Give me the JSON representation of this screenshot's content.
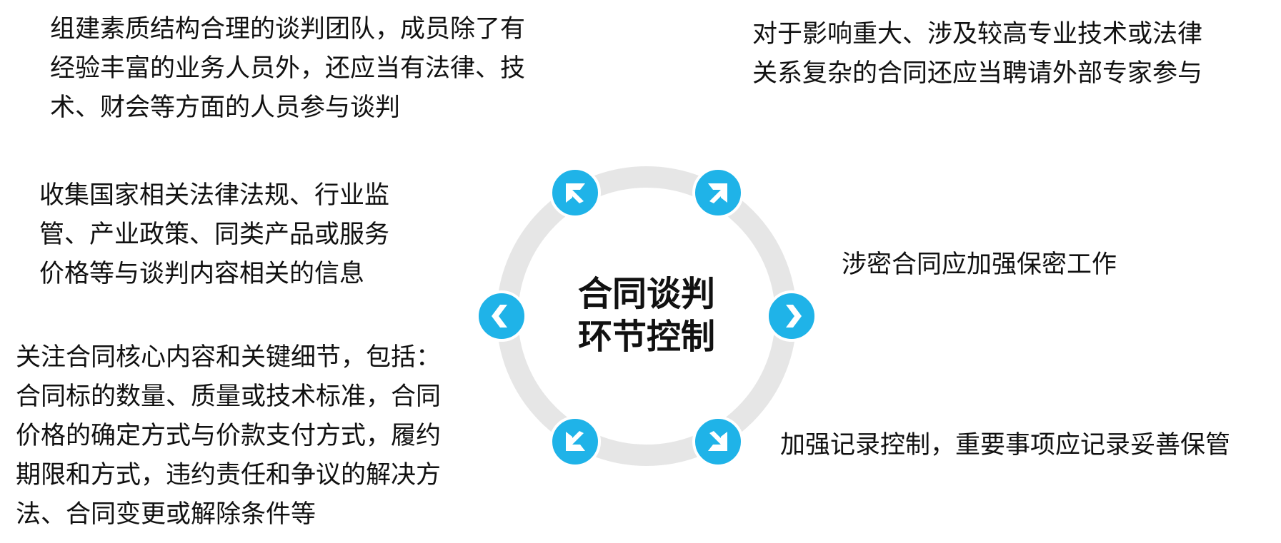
{
  "center": {
    "title_lines": [
      "合同谈判",
      "环节控制"
    ]
  },
  "items": [
    {
      "id": "team",
      "lines": [
        "组建素质结构合理的谈判团队，成员除了有",
        "经验丰富的业务人员外，还应当有法律、技",
        "术、财会等方面的人员参与谈判"
      ]
    },
    {
      "id": "experts",
      "lines": [
        "对于影响重大、涉及较高专业技术或法律",
        "关系复杂的合同还应当聘请外部专家参与"
      ]
    },
    {
      "id": "info",
      "lines": [
        "收集国家相关法律法规、行业监",
        "管、产业政策、同类产品或服务",
        "价格等与谈判内容相关的信息"
      ]
    },
    {
      "id": "secrecy",
      "lines": [
        "涉密合同应加强保密工作"
      ]
    },
    {
      "id": "content",
      "lines": [
        "关注合同核心内容和关键细节，包括：",
        "合同标的数量、质量或技术标准，合同",
        "价格的确定方式与价款支付方式，履约",
        "期限和方式，违约责任和争议的解决方",
        "法、合同变更或解除条件等"
      ]
    },
    {
      "id": "records",
      "lines": [
        "加强记录控制，重要事项应记录妥善保管"
      ]
    }
  ],
  "colors": {
    "ring": "#e6e6e6",
    "node": "#1fb3e8",
    "arrow": "#ffffff",
    "text": "#111111"
  },
  "nodes": [
    {
      "name": "top-left-arrow-icon",
      "icon": "arrow-up-left"
    },
    {
      "name": "top-right-arrow-icon",
      "icon": "arrow-up-right"
    },
    {
      "name": "right-arrow-icon",
      "icon": "chevron-right"
    },
    {
      "name": "bottom-right-arrow-icon",
      "icon": "arrow-down-right"
    },
    {
      "name": "bottom-left-arrow-icon",
      "icon": "arrow-down-left"
    },
    {
      "name": "left-arrow-icon",
      "icon": "chevron-left"
    }
  ]
}
